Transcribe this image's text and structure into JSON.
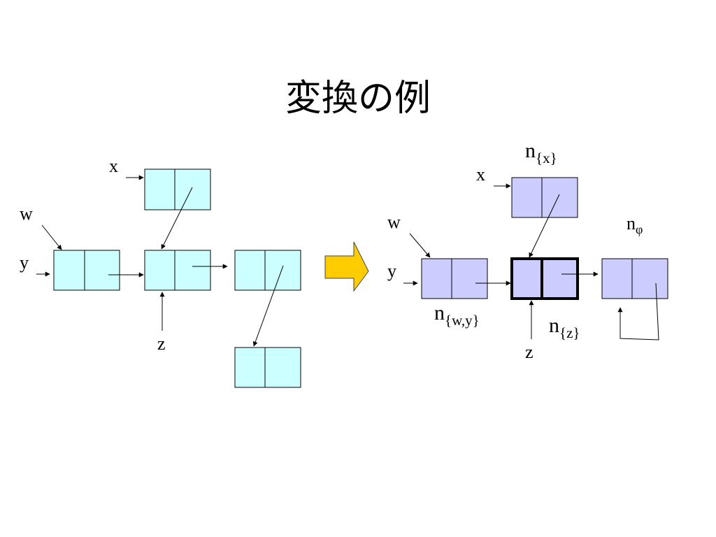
{
  "slide": {
    "title": "変換の例"
  },
  "colors": {
    "left_node_fill": "#ccffff",
    "right_node_fill": "#ccccff",
    "transform_arrow_fill": "#ffcc00",
    "stroke": "#000000"
  },
  "left_diagram": {
    "labels": {
      "x": "x",
      "w": "w",
      "y": "y",
      "z": "z"
    }
  },
  "right_diagram": {
    "labels": {
      "x": "x",
      "w": "w",
      "y": "y",
      "z": "z"
    },
    "node_names": {
      "nx": {
        "base": "n",
        "sub": "{x}"
      },
      "nwy": {
        "base": "n",
        "sub": "{w,y}"
      },
      "nz": {
        "base": "n",
        "sub": "{z}"
      },
      "nphi": {
        "base": "n",
        "sub": "φ"
      }
    }
  }
}
